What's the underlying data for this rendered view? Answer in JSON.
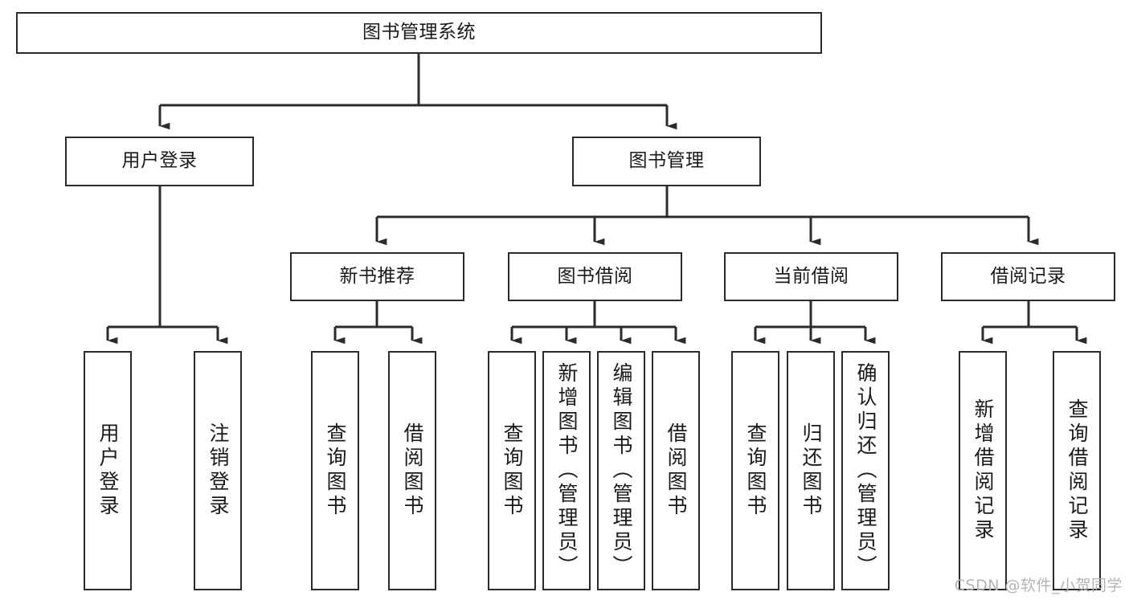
{
  "diagram": {
    "title": "图书管理系统",
    "type": "hierarchy-tree",
    "watermark": "CSDN @软件_小贺同学",
    "colors": {
      "box_border": "#2b2b2b",
      "box_fill": "#ffffff",
      "connector": "#2b2b2b",
      "text": "#1a1a1a",
      "watermark": "#b4b4b4",
      "background": "#ffffff"
    },
    "nodes": {
      "root": {
        "label": "图书管理系统"
      },
      "level2": [
        {
          "id": "user-login",
          "label": "用户登录"
        },
        {
          "id": "book-manage",
          "label": "图书管理"
        }
      ],
      "level3": [
        {
          "id": "new-book-recommend",
          "label": "新书推荐"
        },
        {
          "id": "book-borrow",
          "label": "图书借阅"
        },
        {
          "id": "current-borrow",
          "label": "当前借阅"
        },
        {
          "id": "borrow-record",
          "label": "借阅记录"
        }
      ],
      "leaves": [
        {
          "id": "leaf-user-login",
          "label": "用户登录",
          "parent": "user-login"
        },
        {
          "id": "leaf-user-logout",
          "label": "注销登录",
          "parent": "user-login"
        },
        {
          "id": "leaf-query-book-1",
          "label": "查询图书",
          "parent": "new-book-recommend"
        },
        {
          "id": "leaf-borrow-book-1",
          "label": "借阅图书",
          "parent": "new-book-recommend"
        },
        {
          "id": "leaf-query-book-2",
          "label": "查询图书",
          "parent": "book-borrow"
        },
        {
          "id": "leaf-add-book",
          "label": "新增图书（管理员）",
          "parent": "book-borrow"
        },
        {
          "id": "leaf-edit-book",
          "label": "编辑图书（管理员）",
          "parent": "book-borrow"
        },
        {
          "id": "leaf-borrow-book-2",
          "label": "借阅图书",
          "parent": "book-borrow"
        },
        {
          "id": "leaf-query-book-3",
          "label": "查询图书",
          "parent": "current-borrow"
        },
        {
          "id": "leaf-return-book",
          "label": "归还图书",
          "parent": "current-borrow"
        },
        {
          "id": "leaf-confirm-return",
          "label": "确认归还（管理员）",
          "parent": "current-borrow"
        },
        {
          "id": "leaf-add-record",
          "label": "新增借阅记录",
          "parent": "borrow-record"
        },
        {
          "id": "leaf-query-record",
          "label": "查询借阅记录",
          "parent": "borrow-record"
        }
      ]
    }
  }
}
